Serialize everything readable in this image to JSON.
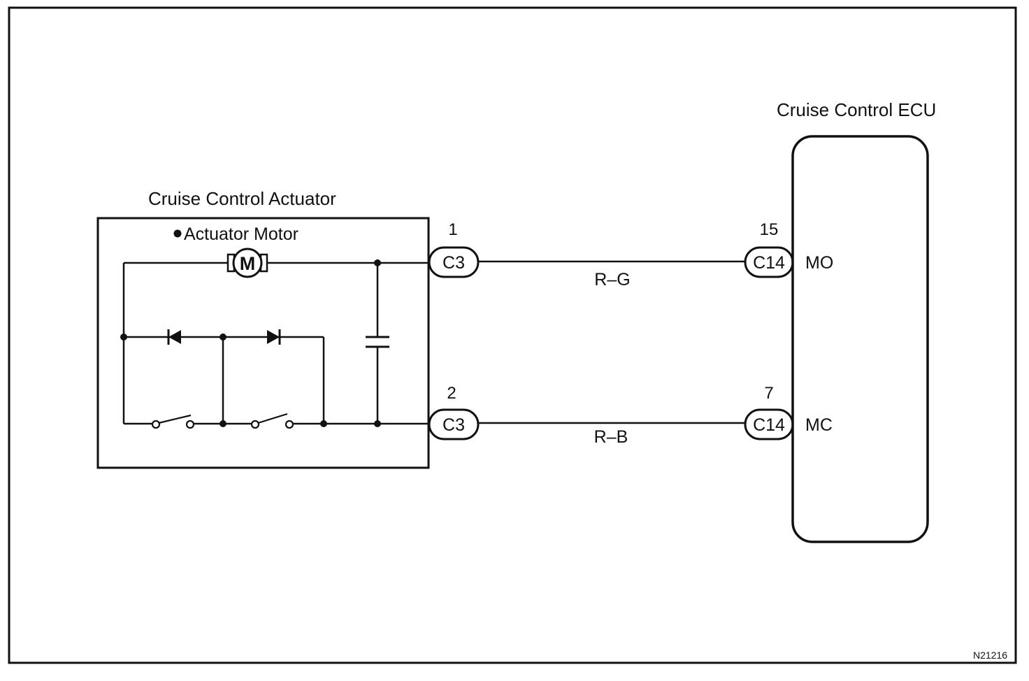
{
  "actuator": {
    "title": "Cruise Control Actuator",
    "motor_label": "Actuator Motor",
    "motor_symbol": "M"
  },
  "ecu": {
    "title": "Cruise Control ECU"
  },
  "connections": [
    {
      "actuator_pin": "1",
      "actuator_connector": "C3",
      "wire_color": "R–G",
      "ecu_pin": "15",
      "ecu_connector": "C14",
      "ecu_terminal": "MO"
    },
    {
      "actuator_pin": "2",
      "actuator_connector": "C3",
      "wire_color": "R–B",
      "ecu_pin": "7",
      "ecu_connector": "C14",
      "ecu_terminal": "MC"
    }
  ],
  "figure_code": "N21216"
}
